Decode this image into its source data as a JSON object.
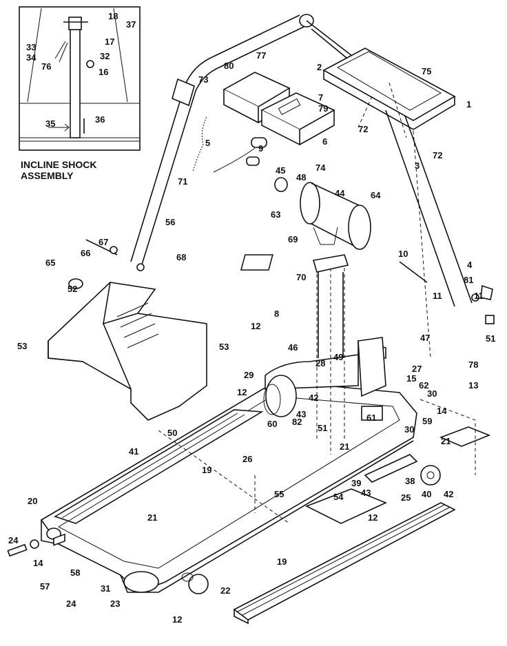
{
  "inset": {
    "title_line1": "INCLINE SHOCK",
    "title_line2": "ASSEMBLY",
    "callouts": [
      "18",
      "37",
      "17",
      "33",
      "34",
      "76",
      "32",
      "16",
      "35",
      "36"
    ]
  },
  "callouts": [
    "80",
    "77",
    "73",
    "7",
    "79",
    "6",
    "2",
    "75",
    "1",
    "72",
    "72",
    "3",
    "5",
    "9",
    "74",
    "48",
    "71",
    "45",
    "44",
    "64",
    "63",
    "69",
    "56",
    "66",
    "67",
    "68",
    "65",
    "70",
    "10",
    "4",
    "81",
    "11",
    "11",
    "51",
    "47",
    "78",
    "52",
    "8",
    "12",
    "46",
    "53",
    "53",
    "50",
    "29",
    "28",
    "49",
    "27",
    "12",
    "15",
    "62",
    "30",
    "60",
    "43",
    "42",
    "82",
    "61",
    "13",
    "14",
    "59",
    "21",
    "51",
    "30",
    "21",
    "26",
    "19",
    "41",
    "39",
    "43",
    "38",
    "40",
    "42",
    "25",
    "20",
    "54",
    "21",
    "12",
    "55",
    "24",
    "14",
    "58",
    "57",
    "31",
    "22",
    "24",
    "23",
    "12",
    "19"
  ]
}
